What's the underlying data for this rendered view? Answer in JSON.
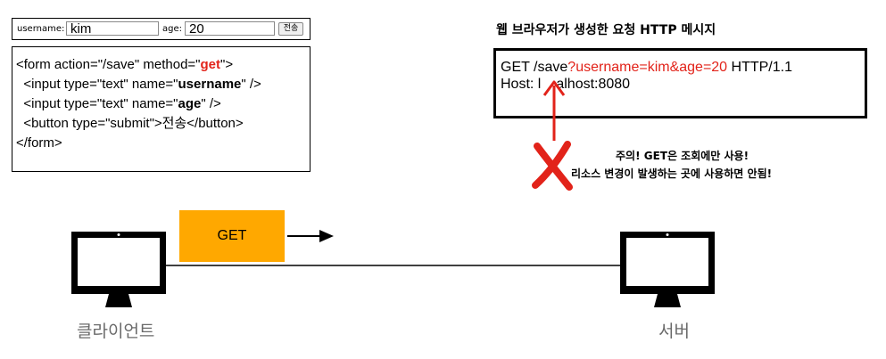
{
  "form_preview": {
    "username_label": "username:",
    "username_value": "kim",
    "age_label": "age:",
    "age_value": "20",
    "submit_label": "전송"
  },
  "code": {
    "line1": {
      "pre": "<form action=\"/save\" method=\"",
      "method": "get",
      "post": "\">"
    },
    "line2": {
      "pre": "  <input type=\"text\" name=\"",
      "name": "username",
      "post": "\" />"
    },
    "line3": {
      "pre": "  <input type=\"text\" name=\"",
      "name": "age",
      "post": "\" />"
    },
    "line4": "  <button type=\"submit\">전송</button>",
    "line5": "</form>"
  },
  "http_message": {
    "title": "웹 브라우저가 생성한 요청 HTTP 메시지",
    "line1_pre": "GET /save",
    "line1_query": "?username=kim&age=20",
    "line1_post": " HTTP/1.1",
    "line2_a": "Host: l",
    "line2_b": "alhost:8080"
  },
  "warning": {
    "line1": "주의! GET은 조회에만 사용!",
    "line2": "리소스 변경이 발생하는 곳에 사용하면 안됨!"
  },
  "network": {
    "method_label": "GET",
    "client_label": "클라이언트",
    "server_label": "서버"
  },
  "colors": {
    "accent_red": "#e2231a",
    "get_box": "#ffa800",
    "caption_gray": "#6a6a6a"
  },
  "icons": [
    "monitor-icon",
    "red-x-icon",
    "arrow-up-icon",
    "arrow-right-icon"
  ]
}
